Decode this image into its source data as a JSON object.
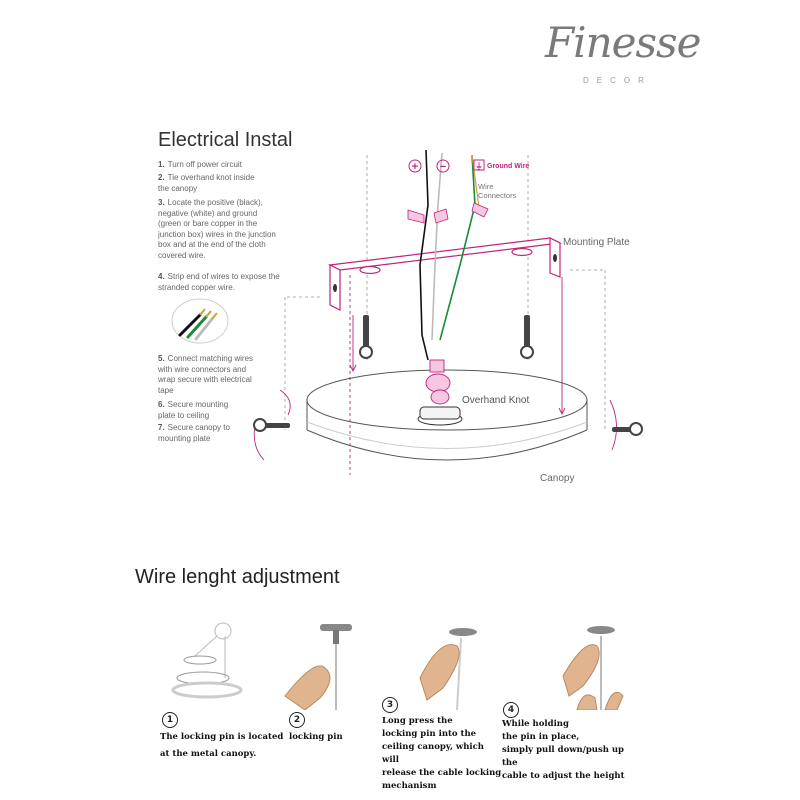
{
  "logo": {
    "name": "Finesse",
    "sub": "DECOR"
  },
  "install": {
    "title": "Electrical Instal",
    "steps": [
      {
        "n": "1.",
        "text": "Turn off power circuit"
      },
      {
        "n": "2.",
        "text": "Tie overhand knot inside the canopy"
      },
      {
        "n": "3.",
        "text": "Locate the positive (black), negative (white) and ground (green or bare copper in the junction box) wires in the junction box and at the end of the cloth covered wire."
      },
      {
        "n": "4.",
        "text": "Strip end of wires to expose the stranded copper wire."
      },
      {
        "n": "5.",
        "text": "Connect matching wires with wire connectors and wrap secure with electrical tape"
      },
      {
        "n": "6.",
        "text": "Secure mounting plate to ceiling"
      },
      {
        "n": "7.",
        "text": "Secure canopy to mounting plate"
      }
    ],
    "labels": {
      "plus": "+",
      "minus": "−",
      "ground_symbol": "⏚",
      "ground": "Ground Wire",
      "connectors_1": "Wire",
      "connectors_2": "Connectors",
      "plate": "Mounting Plate",
      "knot": "Overhand Knot",
      "canopy": "Canopy"
    }
  },
  "adjust": {
    "title": "Wire lenght adjustment",
    "steps": [
      {
        "n": "1",
        "lines": [
          "The locking pin is located",
          "at the metal canopy."
        ]
      },
      {
        "n": "2",
        "lines": [
          "locking pin"
        ]
      },
      {
        "n": "3",
        "lines": [
          "Long press the",
          "locking pin into the",
          "ceiling canopy, which will",
          "release the cable locking",
          "mechanism"
        ]
      },
      {
        "n": "4",
        "lines": [
          "While holding",
          "the pin in place,",
          "simply pull down/push up the",
          "cable to adjust the height"
        ]
      }
    ]
  },
  "colors": {
    "accent": "#c0257a",
    "wire_black": "#111111",
    "wire_green": "#1c8a3c",
    "skin": "#e0b48e"
  }
}
